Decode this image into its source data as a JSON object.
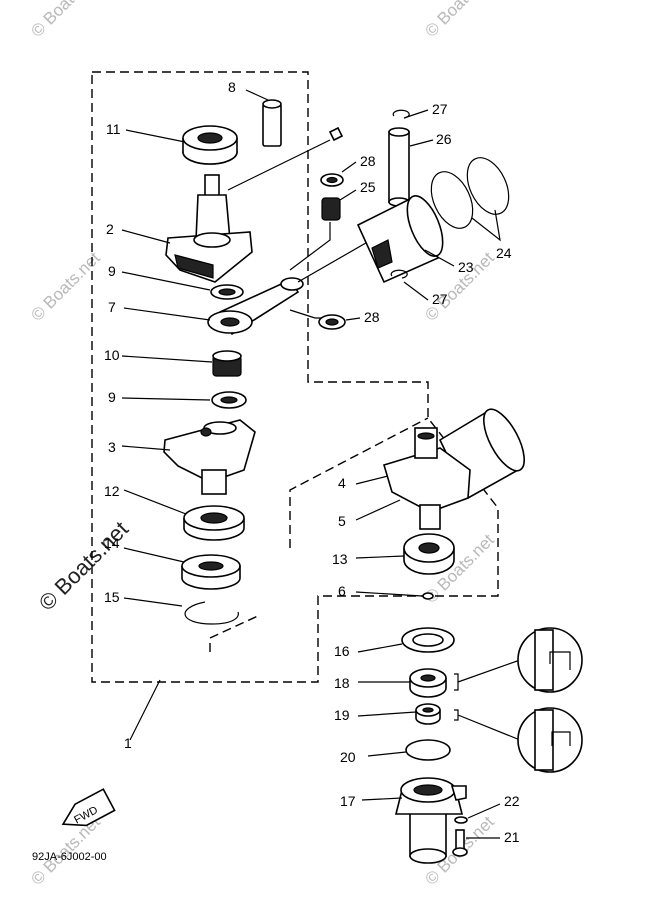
{
  "watermark": {
    "text": "© Boats.net"
  },
  "callouts": {
    "c1": "1",
    "c2": "2",
    "c3": "3",
    "c4": "4",
    "c5": "5",
    "c6": "6",
    "c7": "7",
    "c8": "8",
    "c9a": "9",
    "c9b": "9",
    "c10": "10",
    "c11": "11",
    "c12": "12",
    "c13": "13",
    "c14": "14",
    "c15": "15",
    "c16": "16",
    "c17": "17",
    "c18": "18",
    "c19": "19",
    "c20": "20",
    "c21": "21",
    "c22": "22",
    "c23": "23",
    "c24": "24",
    "c25": "25",
    "c26": "26",
    "c27a": "27",
    "c27b": "27",
    "c28a": "28",
    "c28b": "28"
  },
  "fwd_label": "FWD",
  "diagram_code": "92JA-6J002-00"
}
